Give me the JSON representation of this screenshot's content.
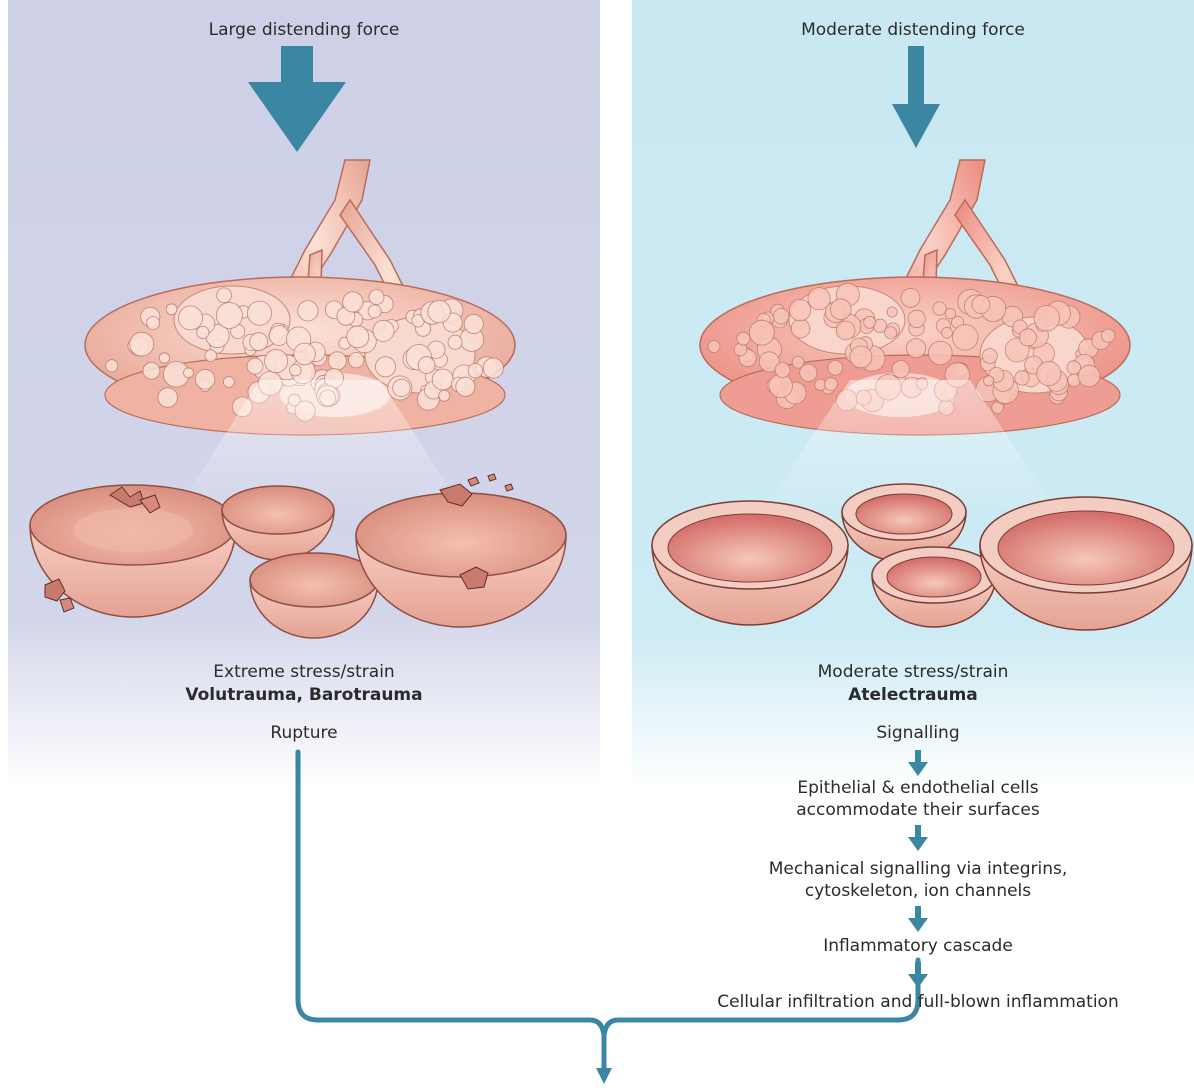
{
  "left": {
    "force_label": "Large distending force",
    "stress_label": "Extreme stress/strain",
    "trauma_label": "Volutrauma, Barotrauma",
    "outcome_label": "Rupture"
  },
  "right": {
    "force_label": "Moderate distending force",
    "stress_label": "Moderate stress/strain",
    "trauma_label": "Atelectrauma",
    "steps": [
      "Signalling",
      "Epithelial & endothelial cells",
      "accommodate their surfaces",
      "Mechanical signalling via integrins,",
      "cytoskeleton, ion channels",
      "Inflammatory cascade",
      "Cellular infiltration and full-blown inflammation"
    ]
  },
  "colors": {
    "left_panel": "#cdd0e6",
    "right_panel": "#c9e8f2",
    "arrow": "#3b86a3",
    "tissue": "#f2b7a8"
  }
}
